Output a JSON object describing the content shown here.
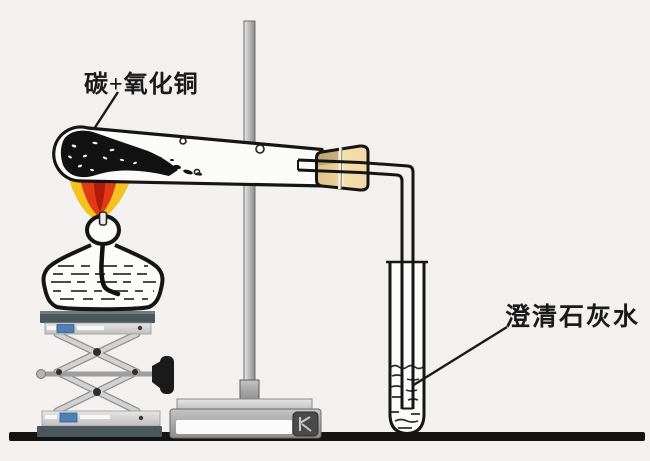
{
  "diagram": {
    "background": "#f2f1ef",
    "labels": {
      "reactant": "碳+氧化铜",
      "limewater": "澄清石灰水"
    },
    "components": [
      "reaction-test-tube",
      "carbon-copper-oxide-powder",
      "rubber-stopper",
      "delivery-tube",
      "alcohol-lamp",
      "flame",
      "scissor-lab-jack",
      "iron-stand",
      "limewater-test-tube",
      "bench-line"
    ],
    "colors": {
      "outline": "#151515",
      "flame_outer": "#f3c21e",
      "flame_inner": "#e23a16",
      "flame_core": "#b01b0a",
      "stopper_left": "#e2c48c",
      "stopper_right": "#f4dfab",
      "jack_platform_dark": "#4b575c",
      "jack_accent_blue": "#4f7fb5",
      "metal_gray": "#b9b9b9",
      "ground": "#141414"
    }
  }
}
